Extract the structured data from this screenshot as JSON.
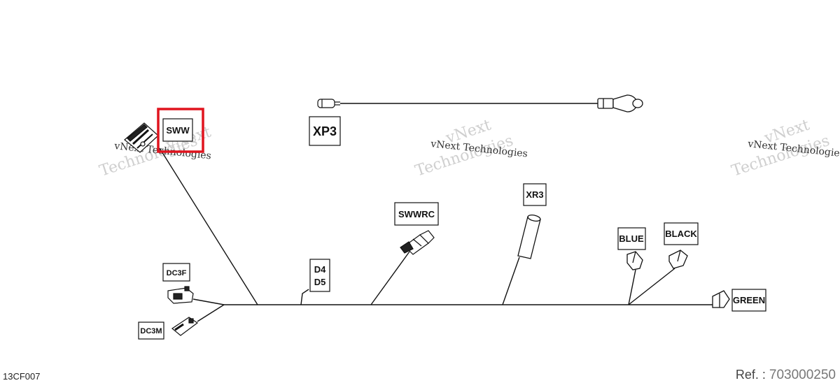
{
  "labels": {
    "sww": "SWW",
    "xp3": "XP3",
    "swwrc": "SWWRC",
    "xr3": "XR3",
    "blue": "BLUE",
    "black": "BLACK",
    "green": "GREEN",
    "d4": "D4",
    "d5": "D5",
    "dc3f": "DC3F",
    "dc3m": "DC3M"
  },
  "watermarks": [
    {
      "line1": "vNext",
      "line2": "vNext Technologies",
      "line3": "Technologies"
    },
    {
      "line1": "vNext",
      "line2": "vNext Technologies",
      "line3": "Technologies"
    },
    {
      "line1": "vNext",
      "line2": "vNext Technologies",
      "line3": "Technologies"
    }
  ],
  "footer": {
    "diagram_code": "13CF007",
    "ref_label": "Ref. :",
    "ref_number": "703000250"
  },
  "highlight": {
    "target": "SWW",
    "color": "#e0141e"
  }
}
